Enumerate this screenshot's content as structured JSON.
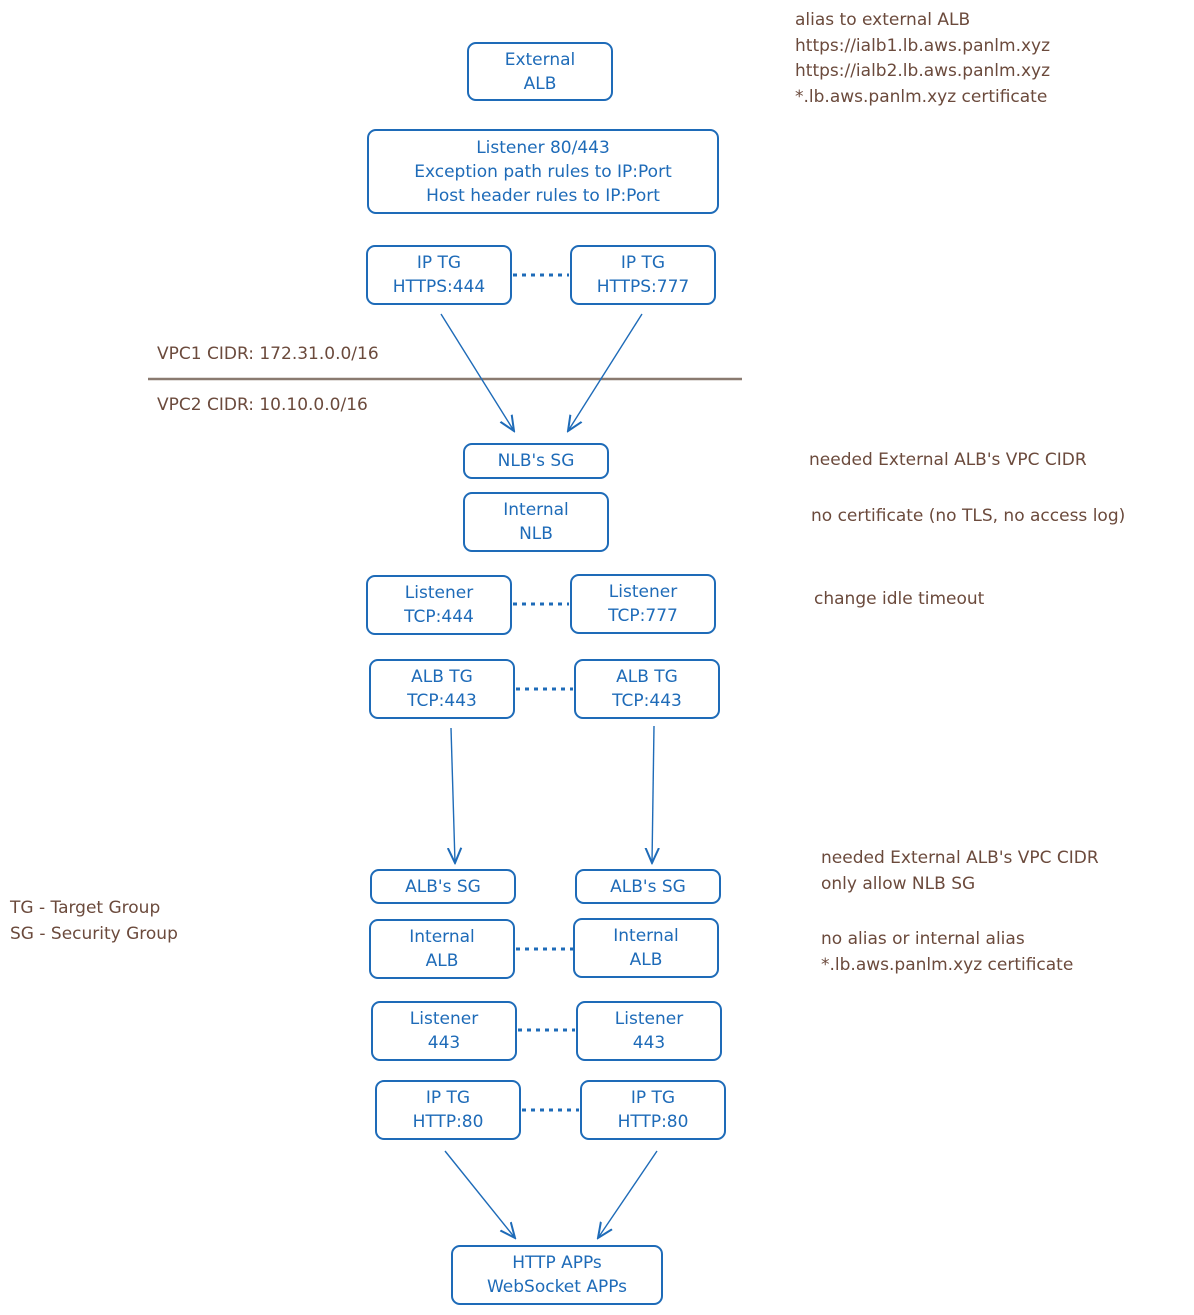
{
  "colors": {
    "box": "#1e6bb8",
    "note": "#6b4a3c",
    "divider": "#8a7a70"
  },
  "boxes": {
    "external_alb": [
      "External",
      "ALB"
    ],
    "listener_80_443": [
      "Listener 80/443",
      "Exception path rules to IP:Port",
      "Host header rules to IP:Port"
    ],
    "ip_tg_444": [
      "IP TG",
      "HTTPS:444"
    ],
    "ip_tg_777": [
      "IP TG",
      "HTTPS:777"
    ],
    "nlb_sg": [
      "NLB's SG"
    ],
    "internal_nlb": [
      "Internal",
      "NLB"
    ],
    "listener_tcp_444": [
      "Listener",
      "TCP:444"
    ],
    "listener_tcp_777": [
      "Listener",
      "TCP:777"
    ],
    "alb_tg_left": [
      "ALB TG",
      "TCP:443"
    ],
    "alb_tg_right": [
      "ALB TG",
      "TCP:443"
    ],
    "alb_sg_left": [
      "ALB's SG"
    ],
    "alb_sg_right": [
      "ALB's SG"
    ],
    "internal_alb_left": [
      "Internal",
      "ALB"
    ],
    "internal_alb_right": [
      "Internal",
      "ALB"
    ],
    "listener_443_left": [
      "Listener",
      "443"
    ],
    "listener_443_right": [
      "Listener",
      "443"
    ],
    "ip_tg_http_left": [
      "IP TG",
      "HTTP:80"
    ],
    "ip_tg_http_right": [
      "IP TG",
      "HTTP:80"
    ],
    "apps": [
      "HTTP APPs",
      "WebSocket APPs"
    ]
  },
  "notes": {
    "external_alb": [
      "alias to external ALB",
      "https://ialb1.lb.aws.panlm.xyz",
      "https://ialb2.lb.aws.panlm.xyz",
      "*.lb.aws.panlm.xyz certificate"
    ],
    "vpc1": [
      "VPC1 CIDR: 172.31.0.0/16"
    ],
    "vpc2": [
      "VPC2 CIDR: 10.10.0.0/16"
    ],
    "nlb_sg": [
      "needed External ALB's VPC CIDR"
    ],
    "nlb_cert": [
      "no certificate (no TLS, no access log)"
    ],
    "idle": [
      "change idle timeout"
    ],
    "alb_sg": [
      "needed External ALB's VPC CIDR",
      "only allow NLB SG"
    ],
    "alb_alias": [
      "no alias or internal alias",
      "*.lb.aws.panlm.xyz certificate"
    ],
    "legend": [
      "TG - Target Group",
      "SG - Security Group"
    ]
  }
}
